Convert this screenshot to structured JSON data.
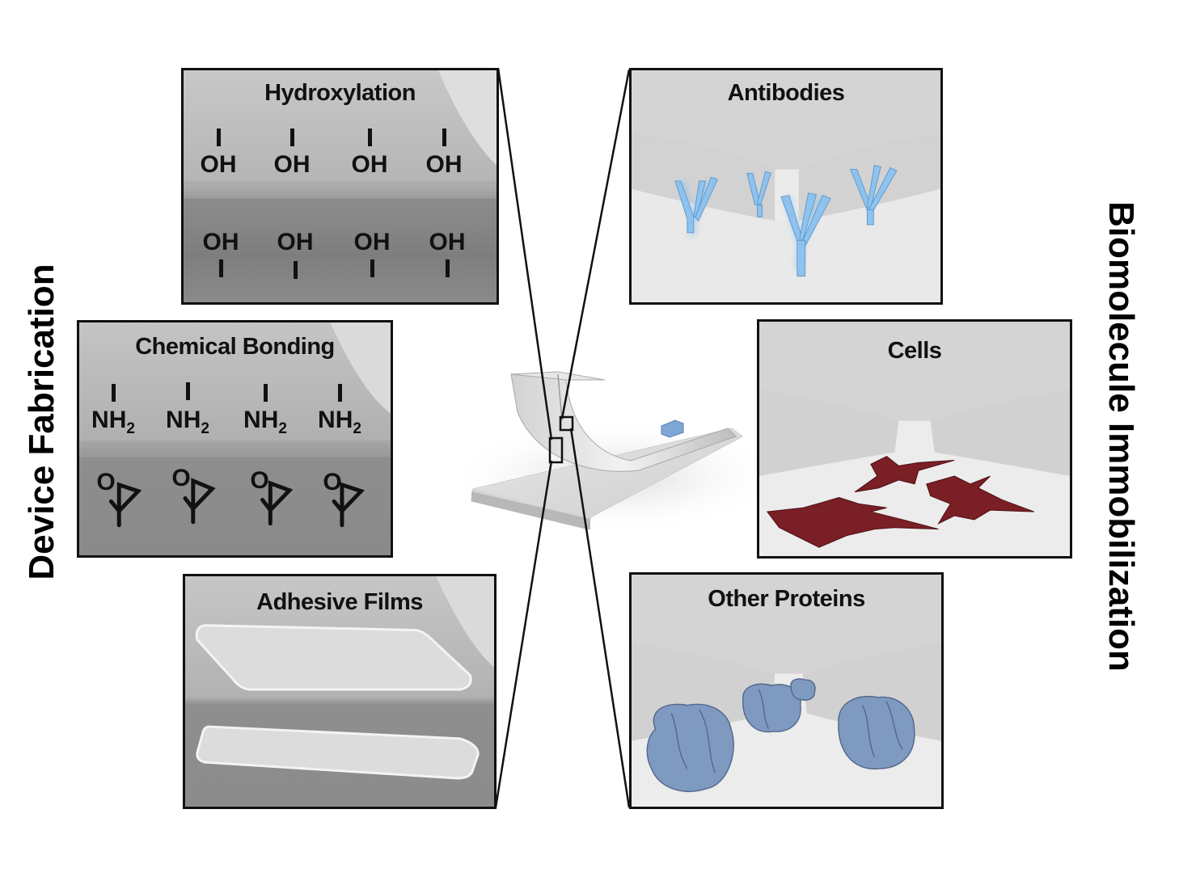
{
  "labels": {
    "left_side": "Device Fabrication",
    "right_side": "Biomolecule Immobilization"
  },
  "panels": {
    "hydroxylation": {
      "title": "Hydroxylation",
      "top_group": [
        "OH",
        "OH",
        "OH",
        "OH"
      ],
      "bottom_group": [
        "OH",
        "OH",
        "OH",
        "OH"
      ]
    },
    "chemical_bonding": {
      "title": "Chemical Bonding",
      "amine_text": "NH",
      "amine_sub": "2",
      "amine_count": 4,
      "epoxide_atom": "O",
      "epoxide_count": 4
    },
    "adhesive_films": {
      "title": "Adhesive Films"
    },
    "antibodies": {
      "title": "Antibodies"
    },
    "cells": {
      "title": "Cells"
    },
    "other_proteins": {
      "title": "Other Proteins"
    }
  },
  "colors": {
    "antibody": "#8fc3ee",
    "cell": "#7a1f25",
    "protein": "#7f9ac0",
    "device": "#c9c9c9",
    "frame": "#111111"
  }
}
